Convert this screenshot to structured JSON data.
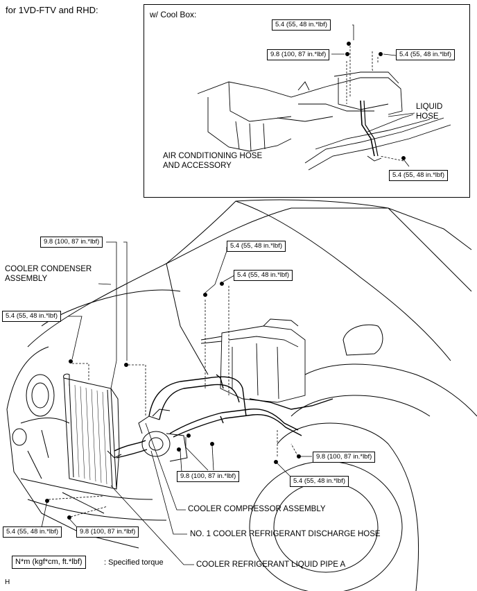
{
  "header": {
    "variant_label": "for 1VD-FTV and RHD:"
  },
  "inset": {
    "title": "w/ Cool Box:",
    "callouts": {
      "t1": "5.4 (55, 48 in.*lbf)",
      "t2": "9.8 (100, 87 in.*lbf)",
      "t3": "5.4 (55, 48 in.*lbf)",
      "t4": "5.4 (55, 48 in.*lbf)"
    },
    "labels": {
      "liquid_hose": "LIQUID\nHOSE",
      "ac_hose": "AIR CONDITIONING HOSE\nAND ACCESSORY"
    }
  },
  "main": {
    "callouts": {
      "c1": "9.8 (100, 87 in.*lbf)",
      "c2": "5.4 (55, 48 in.*lbf)",
      "c3": "5.4 (55, 48 in.*lbf)",
      "c4": "5.4 (55, 48 in.*lbf)",
      "c5": "9.8 (100, 87 in.*lbf)",
      "c6": "9.8 (100, 87 in.*lbf)",
      "c7": "5.4 (55, 48 in.*lbf)",
      "c8": "5.4 (55, 48 in.*lbf)",
      "c9": "9.8 (100, 87 in.*lbf)"
    },
    "labels": {
      "condenser": "COOLER CONDENSER\nASSEMBLY",
      "compressor": "COOLER COMPRESSOR ASSEMBLY",
      "discharge_hose": "NO. 1 COOLER REFRIGERANT DISCHARGE HOSE",
      "liquid_pipe": "COOLER REFRIGERANT LIQUID PIPE A"
    }
  },
  "legend": {
    "unit_box": "N*m (kgf*cm, ft.*lbf)",
    "description": ": Specified torque"
  },
  "footer": {
    "code": "H"
  }
}
